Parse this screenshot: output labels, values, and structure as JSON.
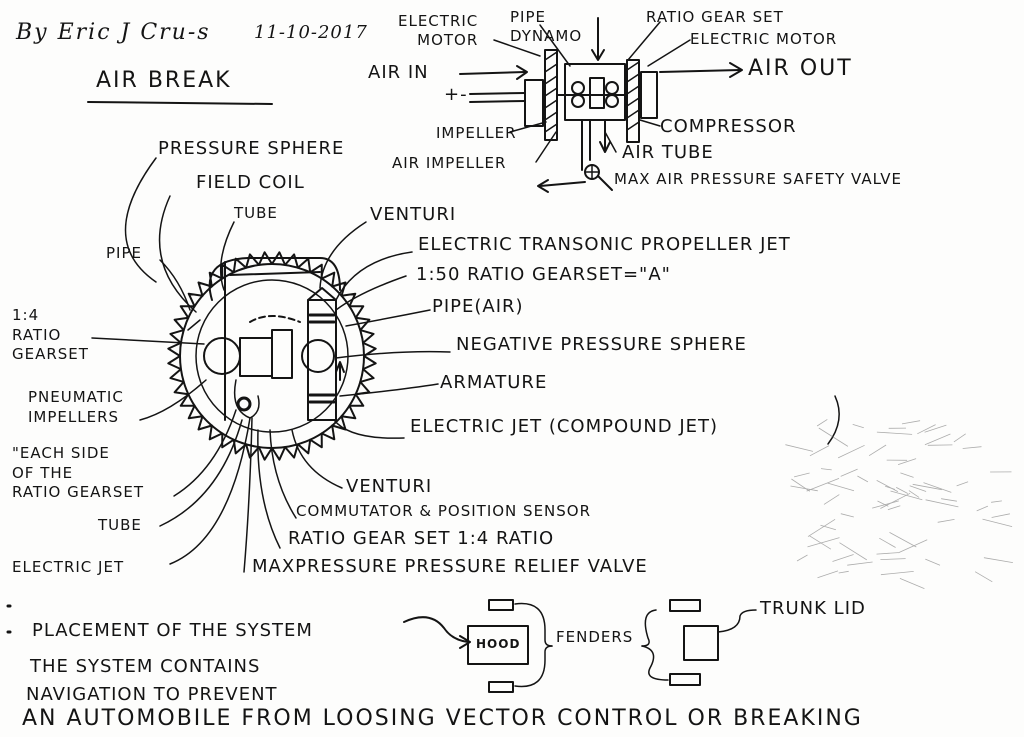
{
  "header": {
    "byline": "By Eric J Cru-s",
    "date": "11-10-2017",
    "title": "AIR BREAK"
  },
  "top_diagram": {
    "electric_motor_left": "ELECTRIC\nMOTOR",
    "pipe_dynamo": "PIPE\nDYNAMO",
    "ratio_gear_set": "RATIO GEAR SET",
    "electric_motor_right": "ELECTRIC MOTOR",
    "air_in": "AIR IN",
    "polarity": "+-",
    "air_out": "AIR OUT",
    "impeller": "IMPELLER",
    "compressor": "COMPRESSOR",
    "air_impeller": "AIR IMPELLER",
    "air_tube": "AIR TUBE",
    "max_air_pressure_valve": "MAX AIR PRESSURE SAFETY VALVE"
  },
  "main_diagram": {
    "pressure_sphere": "PRESSURE SPHERE",
    "field_coil": "FIELD COIL",
    "tube_top": "TUBE",
    "venturi_top": "VENTURI",
    "pipe_left": "PIPE",
    "electric_transonic": "ELECTRIC TRANSONIC PROPELLER JET",
    "ratio_gearset_a": "1:50 RATIO GEARSET=\"A\"",
    "pipe_air": "PIPE(AIR)",
    "ratio_1_4_gearset": "1:4\nRATIO\nGEARSET",
    "negative_pressure_sphere": "NEGATIVE PRESSURE SPHERE",
    "pneumatic_impellers": "PNEUMATIC\nIMPELLERS",
    "armature": "ARMATURE",
    "each_side": "\"EACH SIDE\nOF THE\nRATIO GEARSET",
    "electric_jet_compound": "ELECTRIC JET (COMPOUND JET)",
    "venturi_bottom": "VENTURI",
    "commutator": "COMMUTATOR & POSITION SENSOR",
    "tube_bottom": "TUBE",
    "ratio_gear_set_1_4": "RATIO GEAR SET 1:4 RATIO",
    "electric_jet": "ELECTRIC JET",
    "max_pressure_relief": "MAXPRESSURE PRESSURE RELIEF VALVE"
  },
  "placement": {
    "placement_label": "PLACEMENT OF THE SYSTEM",
    "hood": "HOOD",
    "fenders": "FENDERS",
    "trunk_lid": "TRUNK LID",
    "contains_line1": "THE SYSTEM CONTAINS",
    "contains_line2": "NAVIGATION TO PREVENT",
    "contains_line3": "AN AUTOMOBILE FROM LOOSING VECTOR CONTROL OR BREAKING"
  },
  "colors": {
    "ink": "#141414",
    "paper": "#fdfdfc"
  }
}
